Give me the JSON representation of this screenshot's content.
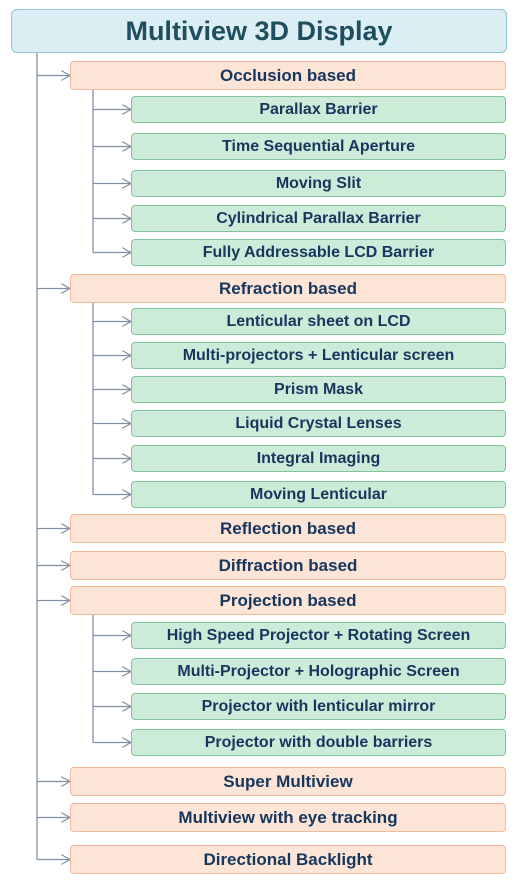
{
  "title": "Multiview 3D Display",
  "categories": [
    {
      "label": "Occlusion based",
      "children": [
        "Parallax Barrier",
        "Time Sequential Aperture",
        "Moving Slit",
        "Cylindrical Parallax Barrier",
        "Fully Addressable LCD Barrier"
      ]
    },
    {
      "label": "Refraction based",
      "children": [
        "Lenticular sheet on LCD",
        "Multi-projectors + Lenticular screen",
        "Prism Mask",
        "Liquid Crystal Lenses",
        "Integral Imaging",
        "Moving Lenticular"
      ]
    },
    {
      "label": "Reflection based",
      "children": []
    },
    {
      "label": "Diffraction based",
      "children": []
    },
    {
      "label": "Projection based",
      "children": [
        "High Speed Projector + Rotating Screen",
        "Multi-Projector + Holographic Screen",
        "Projector with lenticular mirror",
        "Projector with double barriers"
      ]
    },
    {
      "label": "Super Multiview",
      "children": []
    },
    {
      "label": "Multiview with eye tracking",
      "children": []
    },
    {
      "label": "Directional Backlight",
      "children": []
    }
  ],
  "colors": {
    "root_fill": "#dbeef4",
    "category_fill": "#fce4d6",
    "item_fill": "#cdebd9",
    "text": "#17365d",
    "connector": "#7f8fa6"
  }
}
